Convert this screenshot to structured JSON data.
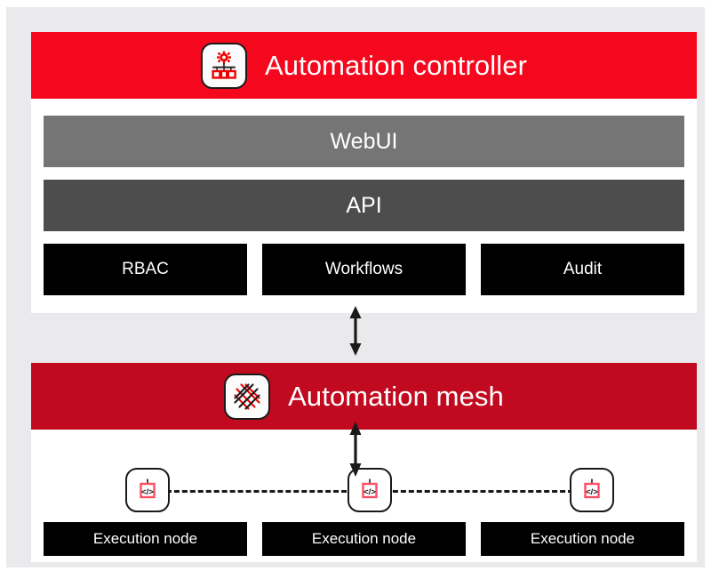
{
  "diagram": {
    "colors": {
      "canvas": "#eaeaec",
      "panel": "#ffffff",
      "controller_red": "#f5081e",
      "mesh_red": "#c10a20",
      "webui_gray": "#757575",
      "api_gray": "#4d4d4d",
      "box_black": "#000000",
      "text_white": "#ffffff",
      "icon_outline": "#1a1a1a",
      "icon_red": "#ee0000"
    },
    "controller": {
      "title": "Automation controller",
      "icon": "automation-controller-icon",
      "bars": [
        {
          "label": "WebUI",
          "color": "#757575"
        },
        {
          "label": "API",
          "color": "#4d4d4d"
        }
      ],
      "features": [
        {
          "label": "RBAC"
        },
        {
          "label": "Workflows"
        },
        {
          "label": "Audit"
        }
      ]
    },
    "mesh": {
      "title": "Automation mesh",
      "icon": "automation-mesh-icon",
      "nodes": [
        {
          "icon": "execution-node-icon",
          "label": "Execution node"
        },
        {
          "icon": "execution-node-icon",
          "label": "Execution node"
        },
        {
          "icon": "execution-node-icon",
          "label": "Execution node"
        }
      ],
      "links": [
        {
          "style": "dashed"
        },
        {
          "style": "dashed"
        }
      ]
    },
    "connectors": [
      {
        "name": "controller-to-mesh",
        "style": "double-headed-vertical-arrow"
      },
      {
        "name": "mesh-to-execution-node",
        "style": "double-headed-vertical-arrow"
      }
    ]
  }
}
